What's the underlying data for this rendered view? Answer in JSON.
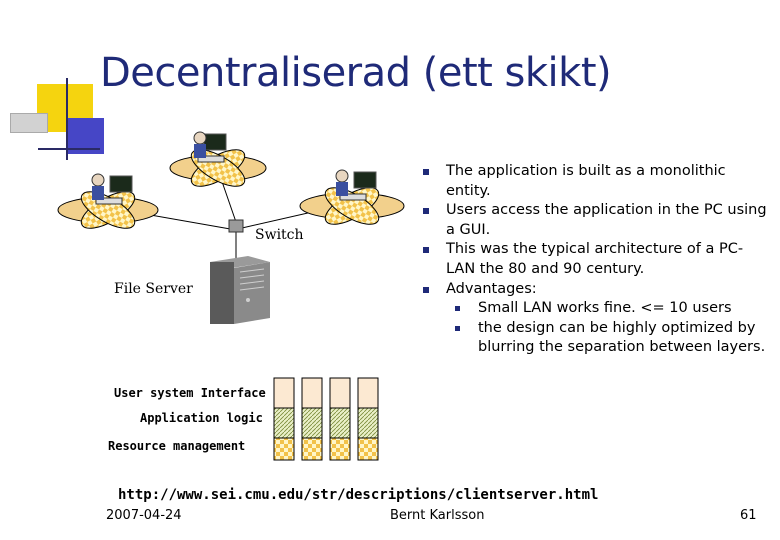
{
  "slide": {
    "title": "Decentraliserad (ett skikt)",
    "bullets": [
      {
        "text": "The application is built as a monolithic entity."
      },
      {
        "text": "Users access the application in the PC using a GUI."
      },
      {
        "text": "This was the typical architecture of a PC-LAN the 80 and 90 century."
      },
      {
        "text": "Advantages:"
      }
    ],
    "sub_bullets": [
      {
        "text": "Small LAN works fine. <= 10 users"
      },
      {
        "text": "the design can be highly optimized by blurring the separation between layers."
      }
    ]
  },
  "diagram": {
    "switch_label": "Switch",
    "file_server_label": "File Server",
    "layers": {
      "ui": "User system Interface",
      "logic": "Application logic",
      "resource": "Resource management"
    }
  },
  "footer": {
    "url": "http://www.sei.cmu.edu/str/descriptions/clientserver.html",
    "date": "2007-04-24",
    "author": "Bernt Karlsson",
    "page": "61"
  },
  "colors": {
    "title": "#1f2a78",
    "bullet": "#1f2a78",
    "petal": "#f2d08c",
    "deco_yellow": "#f5d40f",
    "deco_blue": "#4646c6"
  }
}
